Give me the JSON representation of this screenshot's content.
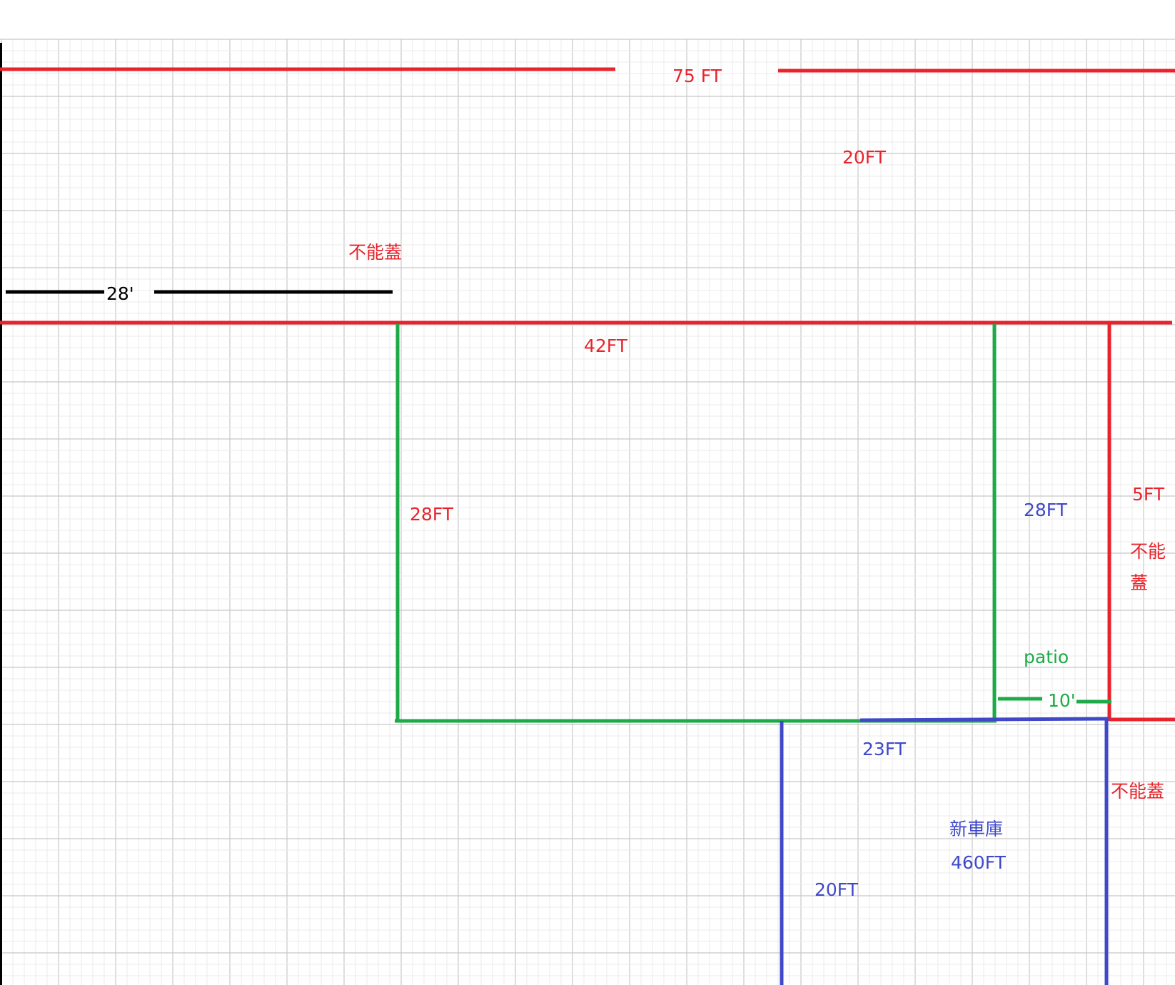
{
  "colors": {
    "red": "#e8232b",
    "green": "#1eaa48",
    "blue": "#3f49c8",
    "black": "#000000",
    "grid_minor": "#ebebeb",
    "grid_major": "#c8c8c8"
  },
  "labels": {
    "lot_width": "75 FT",
    "front_setback": "20FT",
    "no_build_top": "不能蓋",
    "side_setback": "28'",
    "house_width": "42FT",
    "house_depth": "28FT",
    "right_depth": "28FT",
    "right_setback": "5FT",
    "no_build_right_line1": "不能",
    "no_build_right_line2": "蓋",
    "patio": "patio",
    "patio_width": "10'",
    "garage_width": "23FT",
    "no_build_bottom": "不能蓋",
    "garage_name": "新車庫",
    "garage_area": "460FT",
    "garage_depth": "20FT"
  }
}
